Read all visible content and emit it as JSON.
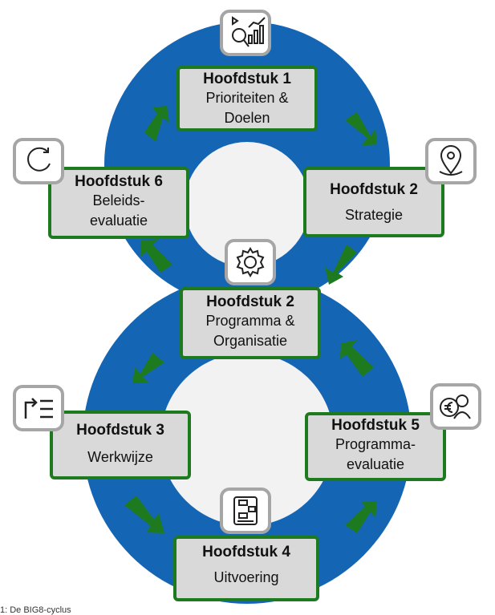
{
  "colors": {
    "blue": "#1565b5",
    "green": "#1e7a1e",
    "box": "#d9d9d9",
    "icon_border": "#a6a6a6"
  },
  "boxes": {
    "b1": {
      "title": "Hoofdstuk 1",
      "lines": [
        "Prioriteiten &",
        "Doelen"
      ]
    },
    "b2": {
      "title": "Hoofdstuk 2",
      "lines": [
        "Strategie"
      ]
    },
    "b2b": {
      "title": "Hoofdstuk 2",
      "lines": [
        "Programma &",
        "Organisatie"
      ]
    },
    "b3": {
      "title": "Hoofdstuk 3",
      "lines": [
        "Werkwijze"
      ]
    },
    "b4": {
      "title": "Hoofdstuk 4",
      "lines": [
        "Uitvoering"
      ]
    },
    "b5": {
      "title": "Hoofdstuk 5",
      "lines": [
        "Programma-",
        "evaluatie"
      ]
    },
    "b6": {
      "title": "Hoofdstuk 6",
      "lines": [
        "Beleids-",
        "evaluatie"
      ]
    }
  },
  "icons": [
    "analytics-icon",
    "location-pin-icon",
    "gear-icon",
    "cycle-icon",
    "list-arrow-icon",
    "flowchart-icon",
    "euro-people-icon"
  ],
  "caption": "1: De BIG8-cyclus"
}
